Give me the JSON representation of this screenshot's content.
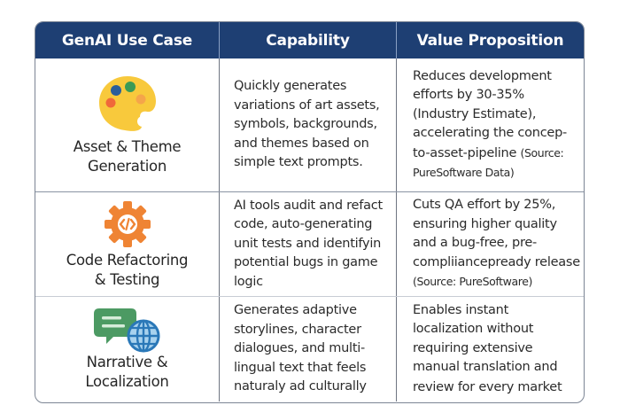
{
  "table": {
    "header_color": "#1e3f73",
    "columns": [
      "GenAI Use Case",
      "Capability",
      "Value Proposition"
    ],
    "rows": [
      {
        "icon": "palette-icon",
        "use_case_line1": "Asset & Theme",
        "use_case_line2": "Generation",
        "capability": "Quickly generates variations of art assets, symbols, backgrounds, and themes based on simple text prompts.",
        "value_main": "Reduces development efforts by 30-35% (Industry Estimate), accelerating the concep-to-asset-pipeline",
        "value_source": "(Source: PureSoftware Data)"
      },
      {
        "icon": "code-gear-icon",
        "use_case_line1": "Code Refactoring",
        "use_case_line2": "& Testing",
        "capability": "AI tools audit and refact code, auto-generating unit tests and identifyin potential bugs in game logic",
        "value_main": "Cuts QA effort by 25%, ensuring higher quality and a bug-free, pre-compliiancepready release",
        "value_source": "(Source: PureSoftware)"
      },
      {
        "icon": "chat-globe-icon",
        "use_case_line1": "Narrative &",
        "use_case_line2": "Localization",
        "capability": "Generates adaptive storylines, character dialogues, and multi-lingual text that feels naturaly ad culturally",
        "value_main": "Enables instant localization without requiring extensive manual translation and review for every market",
        "value_source": ""
      }
    ]
  }
}
